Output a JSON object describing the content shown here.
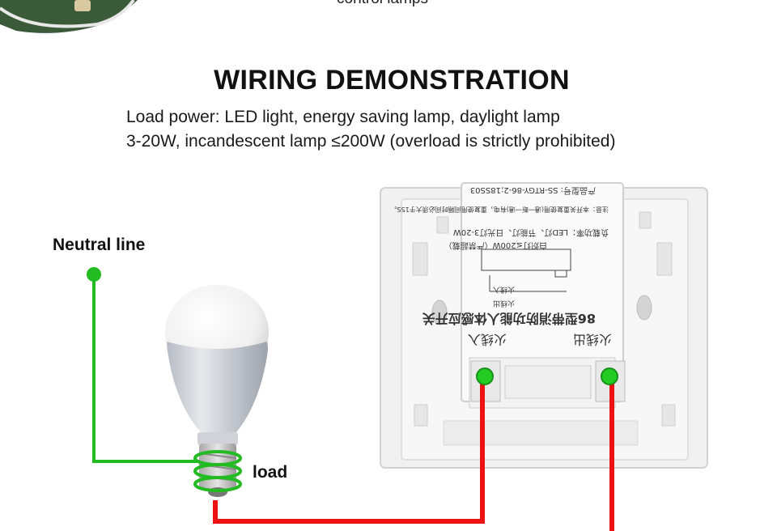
{
  "header": {
    "top_caption": "control lamps"
  },
  "section": {
    "title": "WIRING DEMONSTRATION",
    "description_line1": "Load power: LED light, energy saving lamp, daylight lamp",
    "description_line2": "3-20W, incandescent lamp ≤200W (overload is strictly prohibited)"
  },
  "labels": {
    "neutral_line": "Neutral line",
    "load": "load"
  },
  "switch_label": {
    "model": "产品型号: SS-RTGY-86-2;18SS03",
    "note": "注意：本开关重复使用(通一断一通)有电，重复使用间隔时间必须大于15S。",
    "load_power": "负载功率：LED灯、节能灯、日光灯3-20W",
    "incandescent": "白炽灯≤200W（严禁超载）",
    "wire_in": "火线入",
    "wire_out": "火线出",
    "product_name": "86型带消防功能人体感应开关",
    "terminal_in": "火线入",
    "terminal_out": "火线出"
  },
  "colors": {
    "neutral_wire": "#22bb22",
    "live_wire": "#ee1111",
    "terminal_dot": "#22cc22"
  }
}
